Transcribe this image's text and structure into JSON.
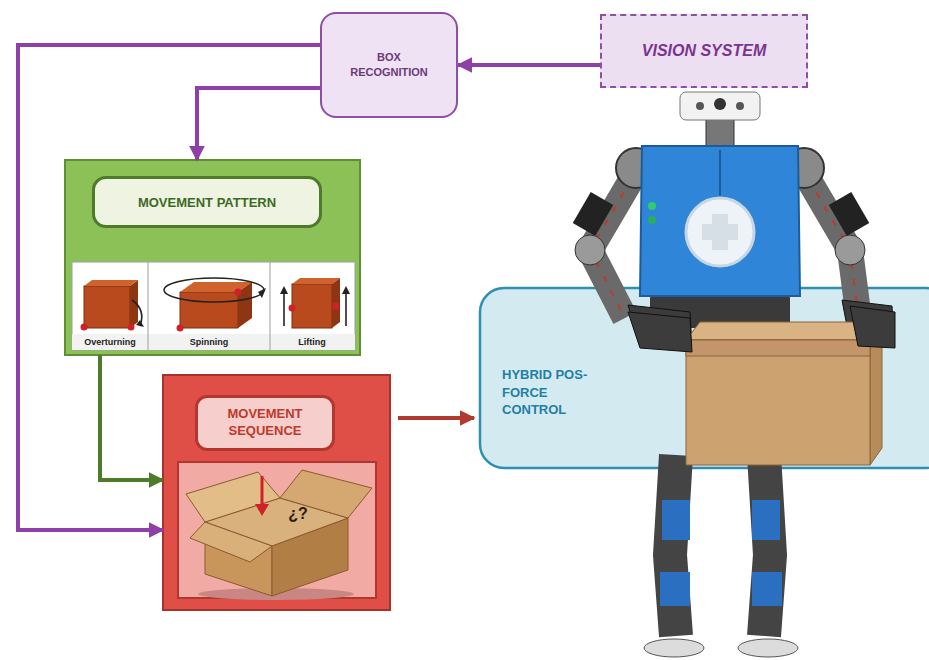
{
  "diagram": {
    "nodes": [
      {
        "text": [
          "VISION SYSTEM"
        ]
      },
      {
        "text": [
          "BOX RECOGNITION"
        ]
      },
      {
        "text": [
          "MOVEMENT PATTERN"
        ]
      },
      {
        "text": [
          "MOVEMENT SEQUENCE"
        ]
      },
      {
        "text": [
          "HYBRID POS-FORCE CONTROL"
        ]
      }
    ],
    "edges": [
      {
        "from": 0,
        "to": 1,
        "arrow": "to"
      },
      {
        "from": 1,
        "to": 2,
        "arrow": "to"
      },
      {
        "from": 1,
        "to": 3,
        "arrow": "to"
      },
      {
        "from": 2,
        "to": 3,
        "arrow": "to"
      },
      {
        "from": 3,
        "to": 4,
        "arrow": "to"
      }
    ],
    "labels": [
      "Overturning",
      "Spinning",
      "Lifting",
      "¿?"
    ]
  }
}
